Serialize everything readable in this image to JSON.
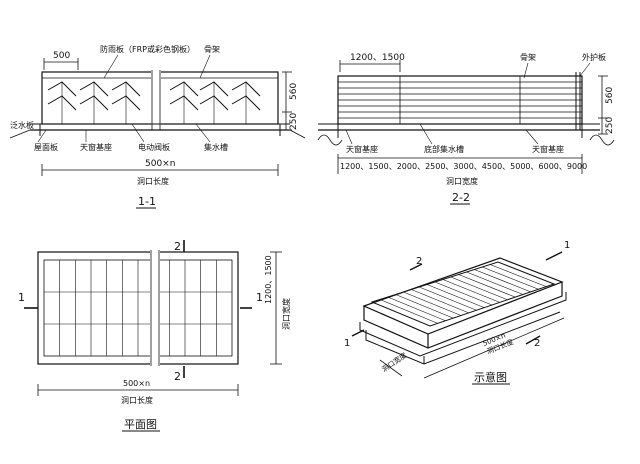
{
  "section_1_1": {
    "dim_top": "500",
    "label_louver": "防雨板（FRP或彩色钢板）",
    "label_frame": "骨架",
    "label_flashing": "泛水板",
    "dim_height_upper": "560",
    "dim_height_lower": "250",
    "label_roof": "屋面板",
    "label_base": "天窗基座",
    "label_valve": "电动阀板",
    "label_gutter": "集水槽",
    "dim_length": "500×n",
    "label_opening_length": "洞口长度",
    "title": "1-1"
  },
  "section_2_2": {
    "dim_top": "1200、1500",
    "label_frame": "骨架",
    "label_outer_panel": "外护板",
    "dim_height_upper": "560",
    "dim_height_lower": "250",
    "label_base": "天窗基座",
    "label_bottom_gutter": "底部集水槽",
    "label_base_right": "天窗基座",
    "dim_widths": "1200、1500、2000、2500、3000、4500、5000、6000、9000",
    "label_opening_width": "洞口宽度",
    "title": "2-2"
  },
  "plan": {
    "marker_top": "2",
    "marker_bottom": "2",
    "marker_left": "1",
    "marker_right": "1",
    "dim_side": "1200、1500",
    "label_side": "洞口宽度",
    "dim_length": "500×n",
    "label_length": "洞口长度",
    "title": "平面图"
  },
  "isometric": {
    "marker_1_top": "1",
    "marker_2_top": "2",
    "marker_1_left": "1",
    "marker_2_right": "2",
    "dim_width_label": "洞口宽度",
    "dim_length_value": "500×n",
    "dim_length_label": "洞口长度",
    "title": "示意图"
  },
  "colors": {
    "line": "#111111",
    "background": "#ffffff"
  }
}
